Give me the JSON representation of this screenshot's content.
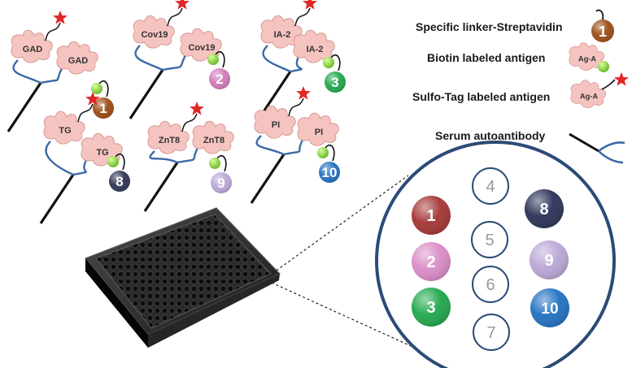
{
  "panels": [
    {
      "antigen_a": "GAD",
      "antigen_b": "GAD",
      "number": "1",
      "color": "#9a4a12"
    },
    {
      "antigen_a": "Cov19",
      "antigen_b": "Cov19",
      "number": "2",
      "color": "#d079b8"
    },
    {
      "antigen_a": "IA-2",
      "antigen_b": "IA-2",
      "number": "3",
      "color": "#1ea64a"
    },
    {
      "antigen_a": "TG",
      "antigen_b": "TG",
      "number": "8",
      "color": "#2c3352"
    },
    {
      "antigen_a": "ZnT8",
      "antigen_b": "ZnT8",
      "number": "9",
      "color": "#b9a6d6"
    },
    {
      "antigen_a": "PI",
      "antigen_b": "PI",
      "number": "10",
      "color": "#1f6fc0"
    }
  ],
  "legend": {
    "linker": {
      "text": "Specific linker-Streptavidin",
      "badge": "1",
      "color": "#9a4a12"
    },
    "biotin": {
      "text": "Biotin labeled antigen",
      "antigen": "Ag-A"
    },
    "sulfo": {
      "text": "Sulfo-Tag labeled antigen",
      "antigen": "Ag-A"
    },
    "serum": {
      "text": "Serum autoantibody"
    }
  },
  "well_zoom": {
    "filled": [
      {
        "number": "1",
        "color": "#a33333"
      },
      {
        "number": "2",
        "color": "#d98ac6"
      },
      {
        "number": "3",
        "color": "#1ea64a"
      },
      {
        "number": "8",
        "color": "#283056"
      },
      {
        "number": "9",
        "color": "#b9a6d6"
      },
      {
        "number": "10",
        "color": "#1f6fc0"
      }
    ],
    "empty": [
      "4",
      "5",
      "6",
      "7"
    ]
  },
  "colors": {
    "antigen_fill": "#f6c4c0",
    "antibody_blue": "#3b6aa6",
    "biotin_green": "#7ed321",
    "star_red": "#e32626"
  }
}
